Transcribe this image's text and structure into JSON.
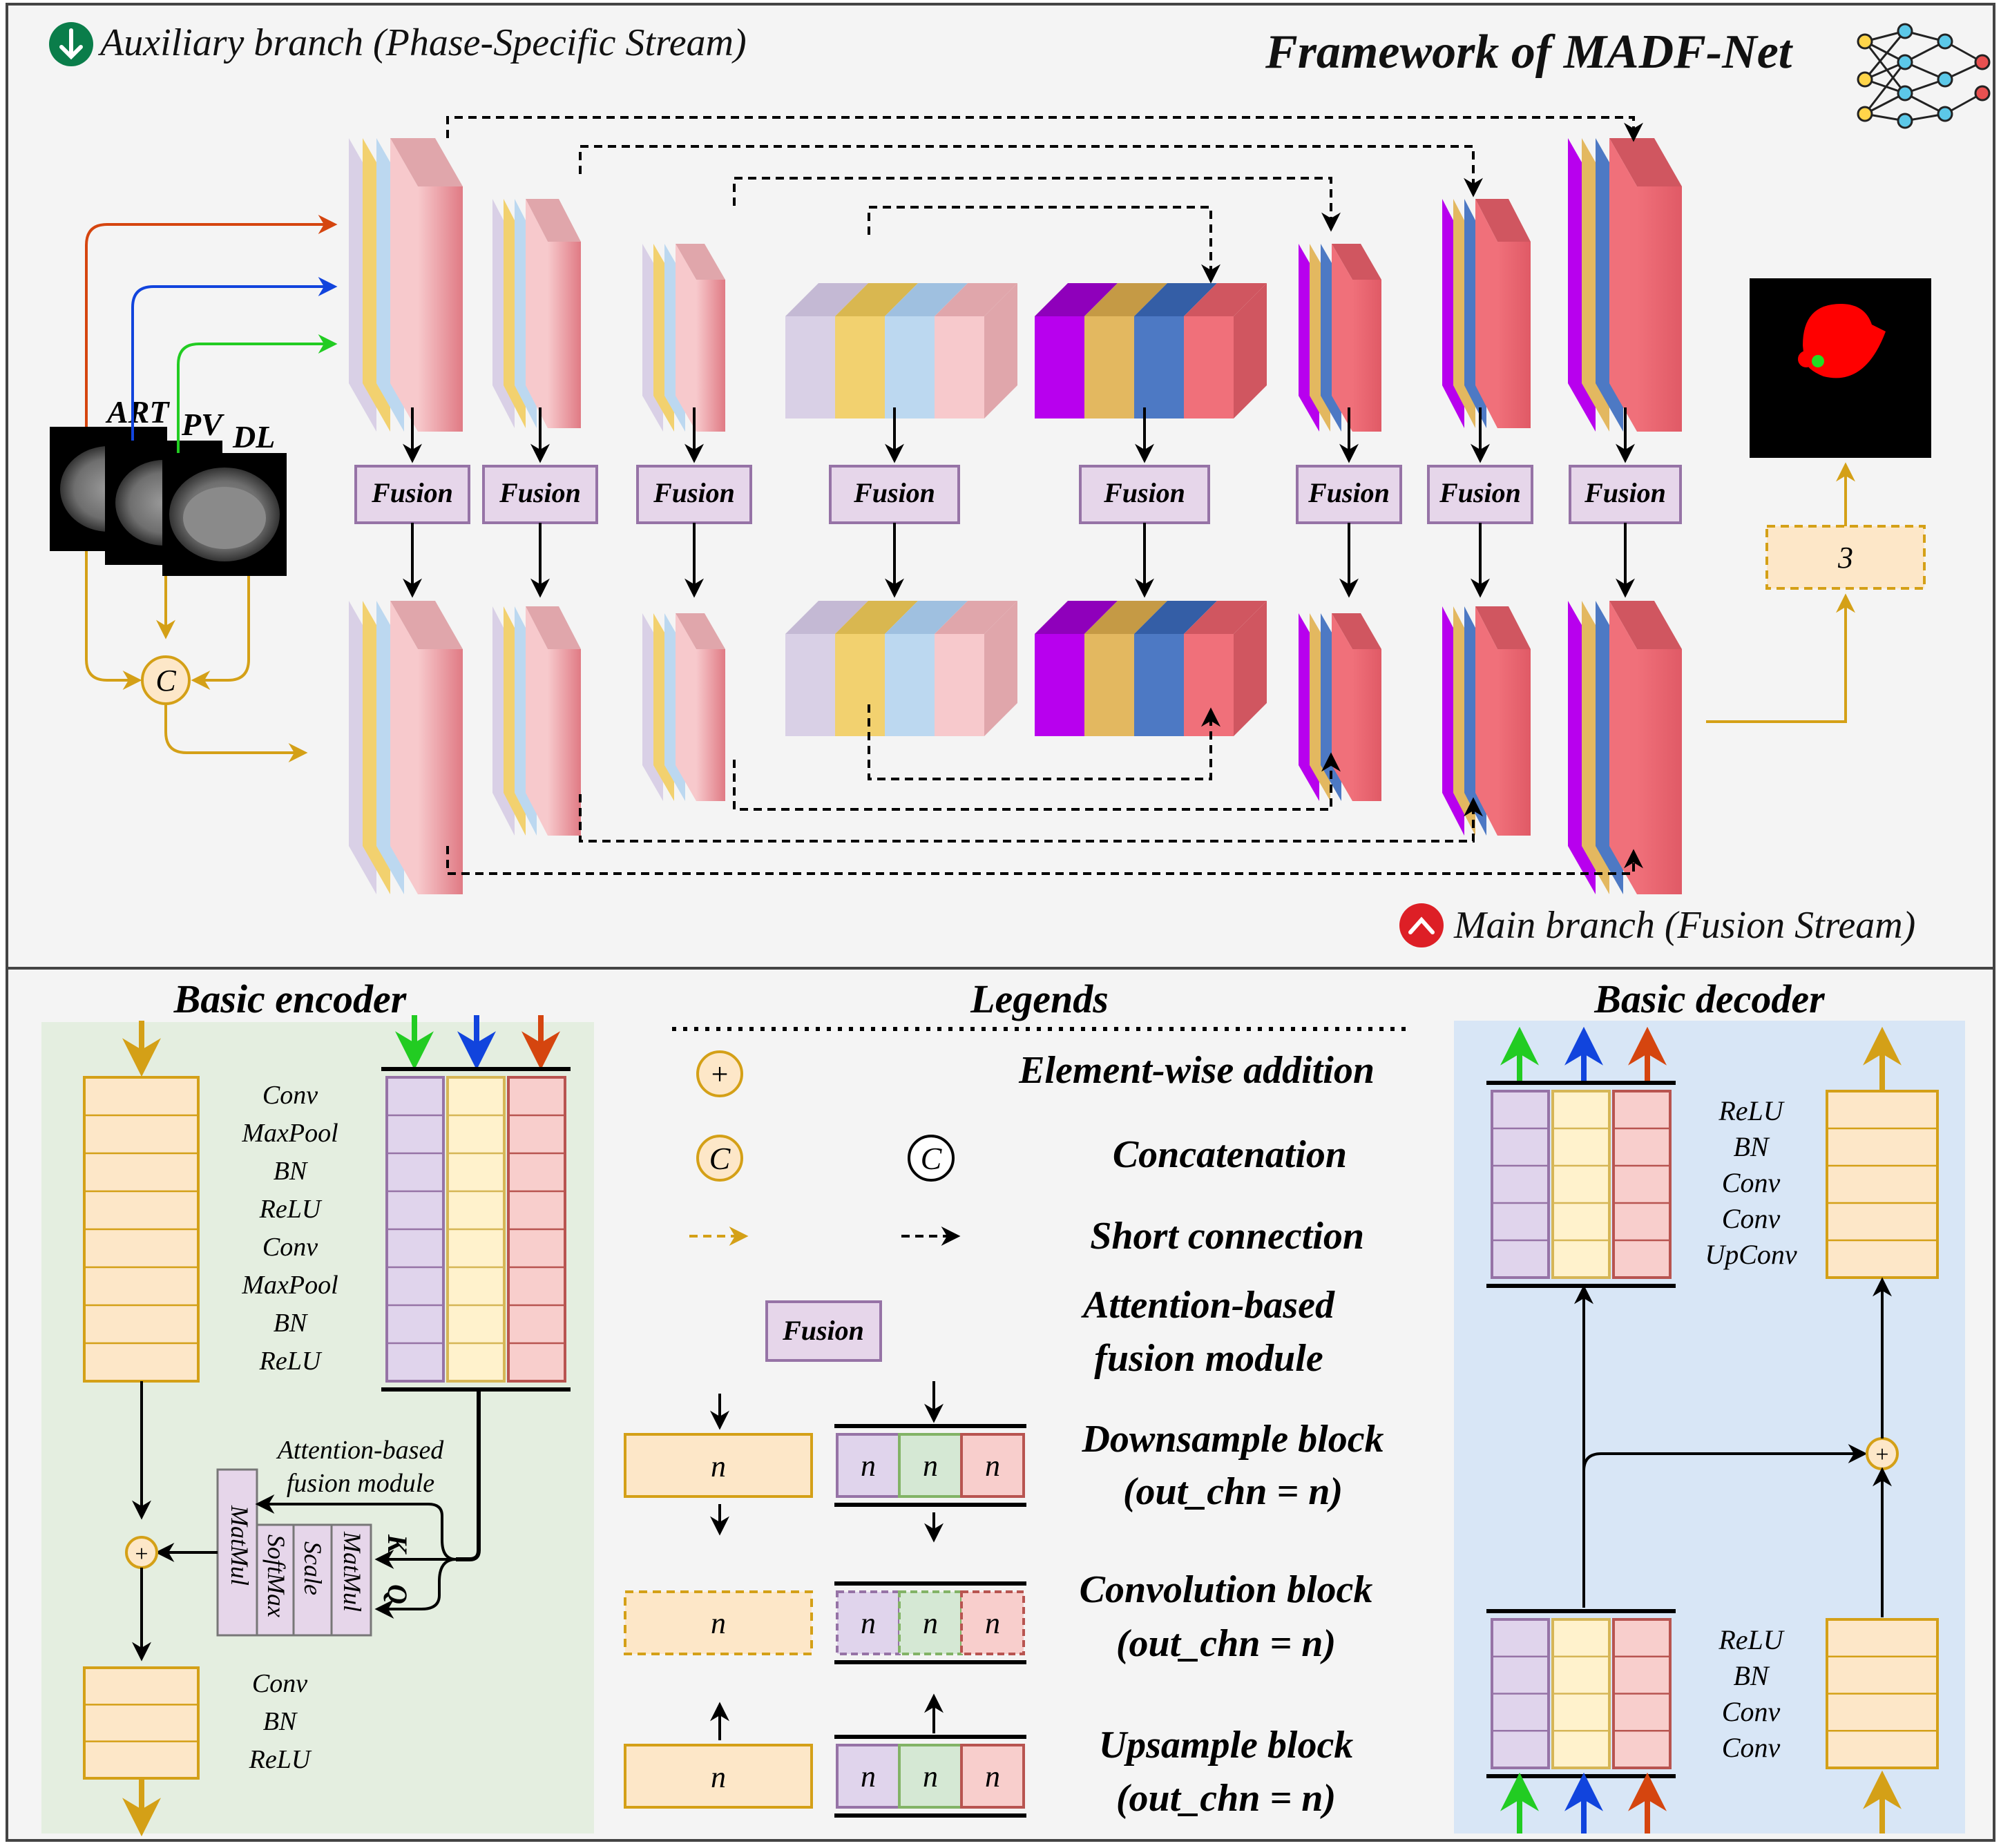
{
  "top": {
    "title": "Framework of MADF-Net",
    "aux_branch": "Auxiliary branch (Phase-Specific Stream)",
    "main_branch": "Main branch (Fusion Stream)",
    "phases": [
      "ART",
      "PV",
      "DL"
    ],
    "fusion_label": "Fusion",
    "concat_symbol": "C",
    "conv_count": "3"
  },
  "encoder": {
    "title": "Basic encoder",
    "ops_top": [
      "Conv",
      "MaxPool",
      "BN",
      "ReLU",
      "Conv",
      "MaxPool",
      "BN",
      "ReLU"
    ],
    "ops_bottom": [
      "Conv",
      "BN",
      "ReLU"
    ],
    "attn_line1": "Attention-based",
    "attn_line2": "fusion module",
    "attn_cols": [
      "MatMul",
      "SoftMax",
      "Scale",
      "MatMul"
    ],
    "k": "K",
    "q": "Q",
    "plus": "+"
  },
  "legends": {
    "title": "Legends",
    "addition": "Element-wise addition",
    "concatenation": "Concatenation",
    "short_connection": "Short connection",
    "fusion_box": "Fusion",
    "attention_line1": "Attention-based",
    "attention_line2": "fusion module",
    "downsample": "Downsample block",
    "convolution": "Convolution block",
    "upsample": "Upsample block",
    "out_chn": "(out_chn = n)",
    "n": "n",
    "plus": "+",
    "c": "C"
  },
  "decoder": {
    "title": "Basic decoder",
    "ops_top": [
      "ReLU",
      "BN",
      "Conv",
      "Conv",
      "UpConv"
    ],
    "ops_bottom": [
      "ReLU",
      "BN",
      "Conv",
      "Conv"
    ],
    "plus": "+"
  },
  "colors": {
    "orange": "#d4a017",
    "red_arrow": "#d5450f",
    "blue_arrow": "#1144dd",
    "green_arrow": "#22cc22",
    "purple": "#b800ee",
    "fusion_fill": "#e6d6ea",
    "fusion_border": "#9673a6"
  }
}
